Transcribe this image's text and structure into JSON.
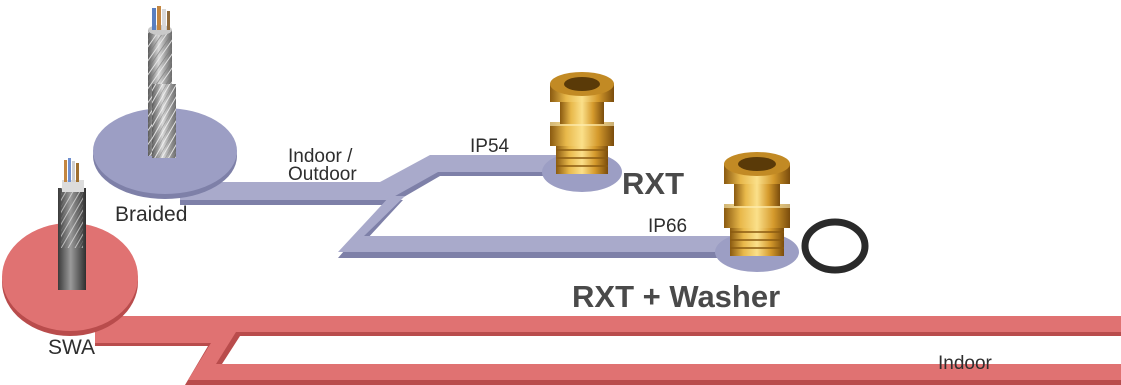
{
  "diagram": {
    "labels": {
      "braided": "Braided",
      "indoor_outdoor_1": "Indoor /",
      "indoor_outdoor_2": "Outdoor",
      "ip54": "IP54",
      "rxt": "RXT",
      "ip66": "IP66",
      "rxt_washer": "RXT + Washer",
      "swa": "SWA",
      "indoor": "Indoor"
    },
    "colors": {
      "braided_path": "#a9aacb",
      "braided_disc": "#9c9ec4",
      "swa_path": "#e07272",
      "swa_disc": "#de6a6a",
      "gland_brass": "#d9a336",
      "washer": "#2a2a2a"
    }
  }
}
